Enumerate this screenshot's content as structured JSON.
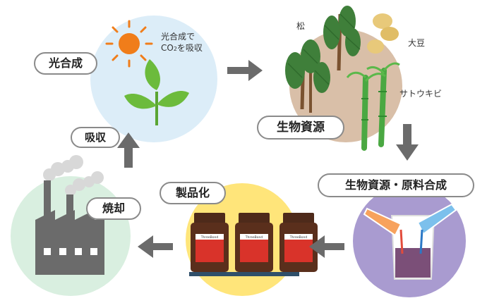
{
  "stages": {
    "photosynthesis": {
      "label": "光合成",
      "note_line1": "光合成で",
      "note_co2": "CO",
      "note_sub": "2",
      "note_rest": "を吸収"
    },
    "biomass": {
      "label": "生物資源",
      "pine": "松",
      "soybean": "大豆",
      "sugarcane": "サトウキビ"
    },
    "synthesis": {
      "label": "生物資源・原料合成"
    },
    "product": {
      "label": "製品化",
      "bottle_brand": "ThreeBond"
    },
    "incinerate": {
      "label": "焼却"
    },
    "absorb": {
      "label": "吸収"
    }
  },
  "colors": {
    "sky_circle": "#dcedf8",
    "biomass_circle": "#d9bfa8",
    "synthesis_circle": "#a99bd0",
    "product_circle": "#ffe57a",
    "factory_circle": "#d9efe0",
    "arrow": "#6b6b6b",
    "sun": "#f07d1a",
    "leaf": "#6cbb3c"
  }
}
